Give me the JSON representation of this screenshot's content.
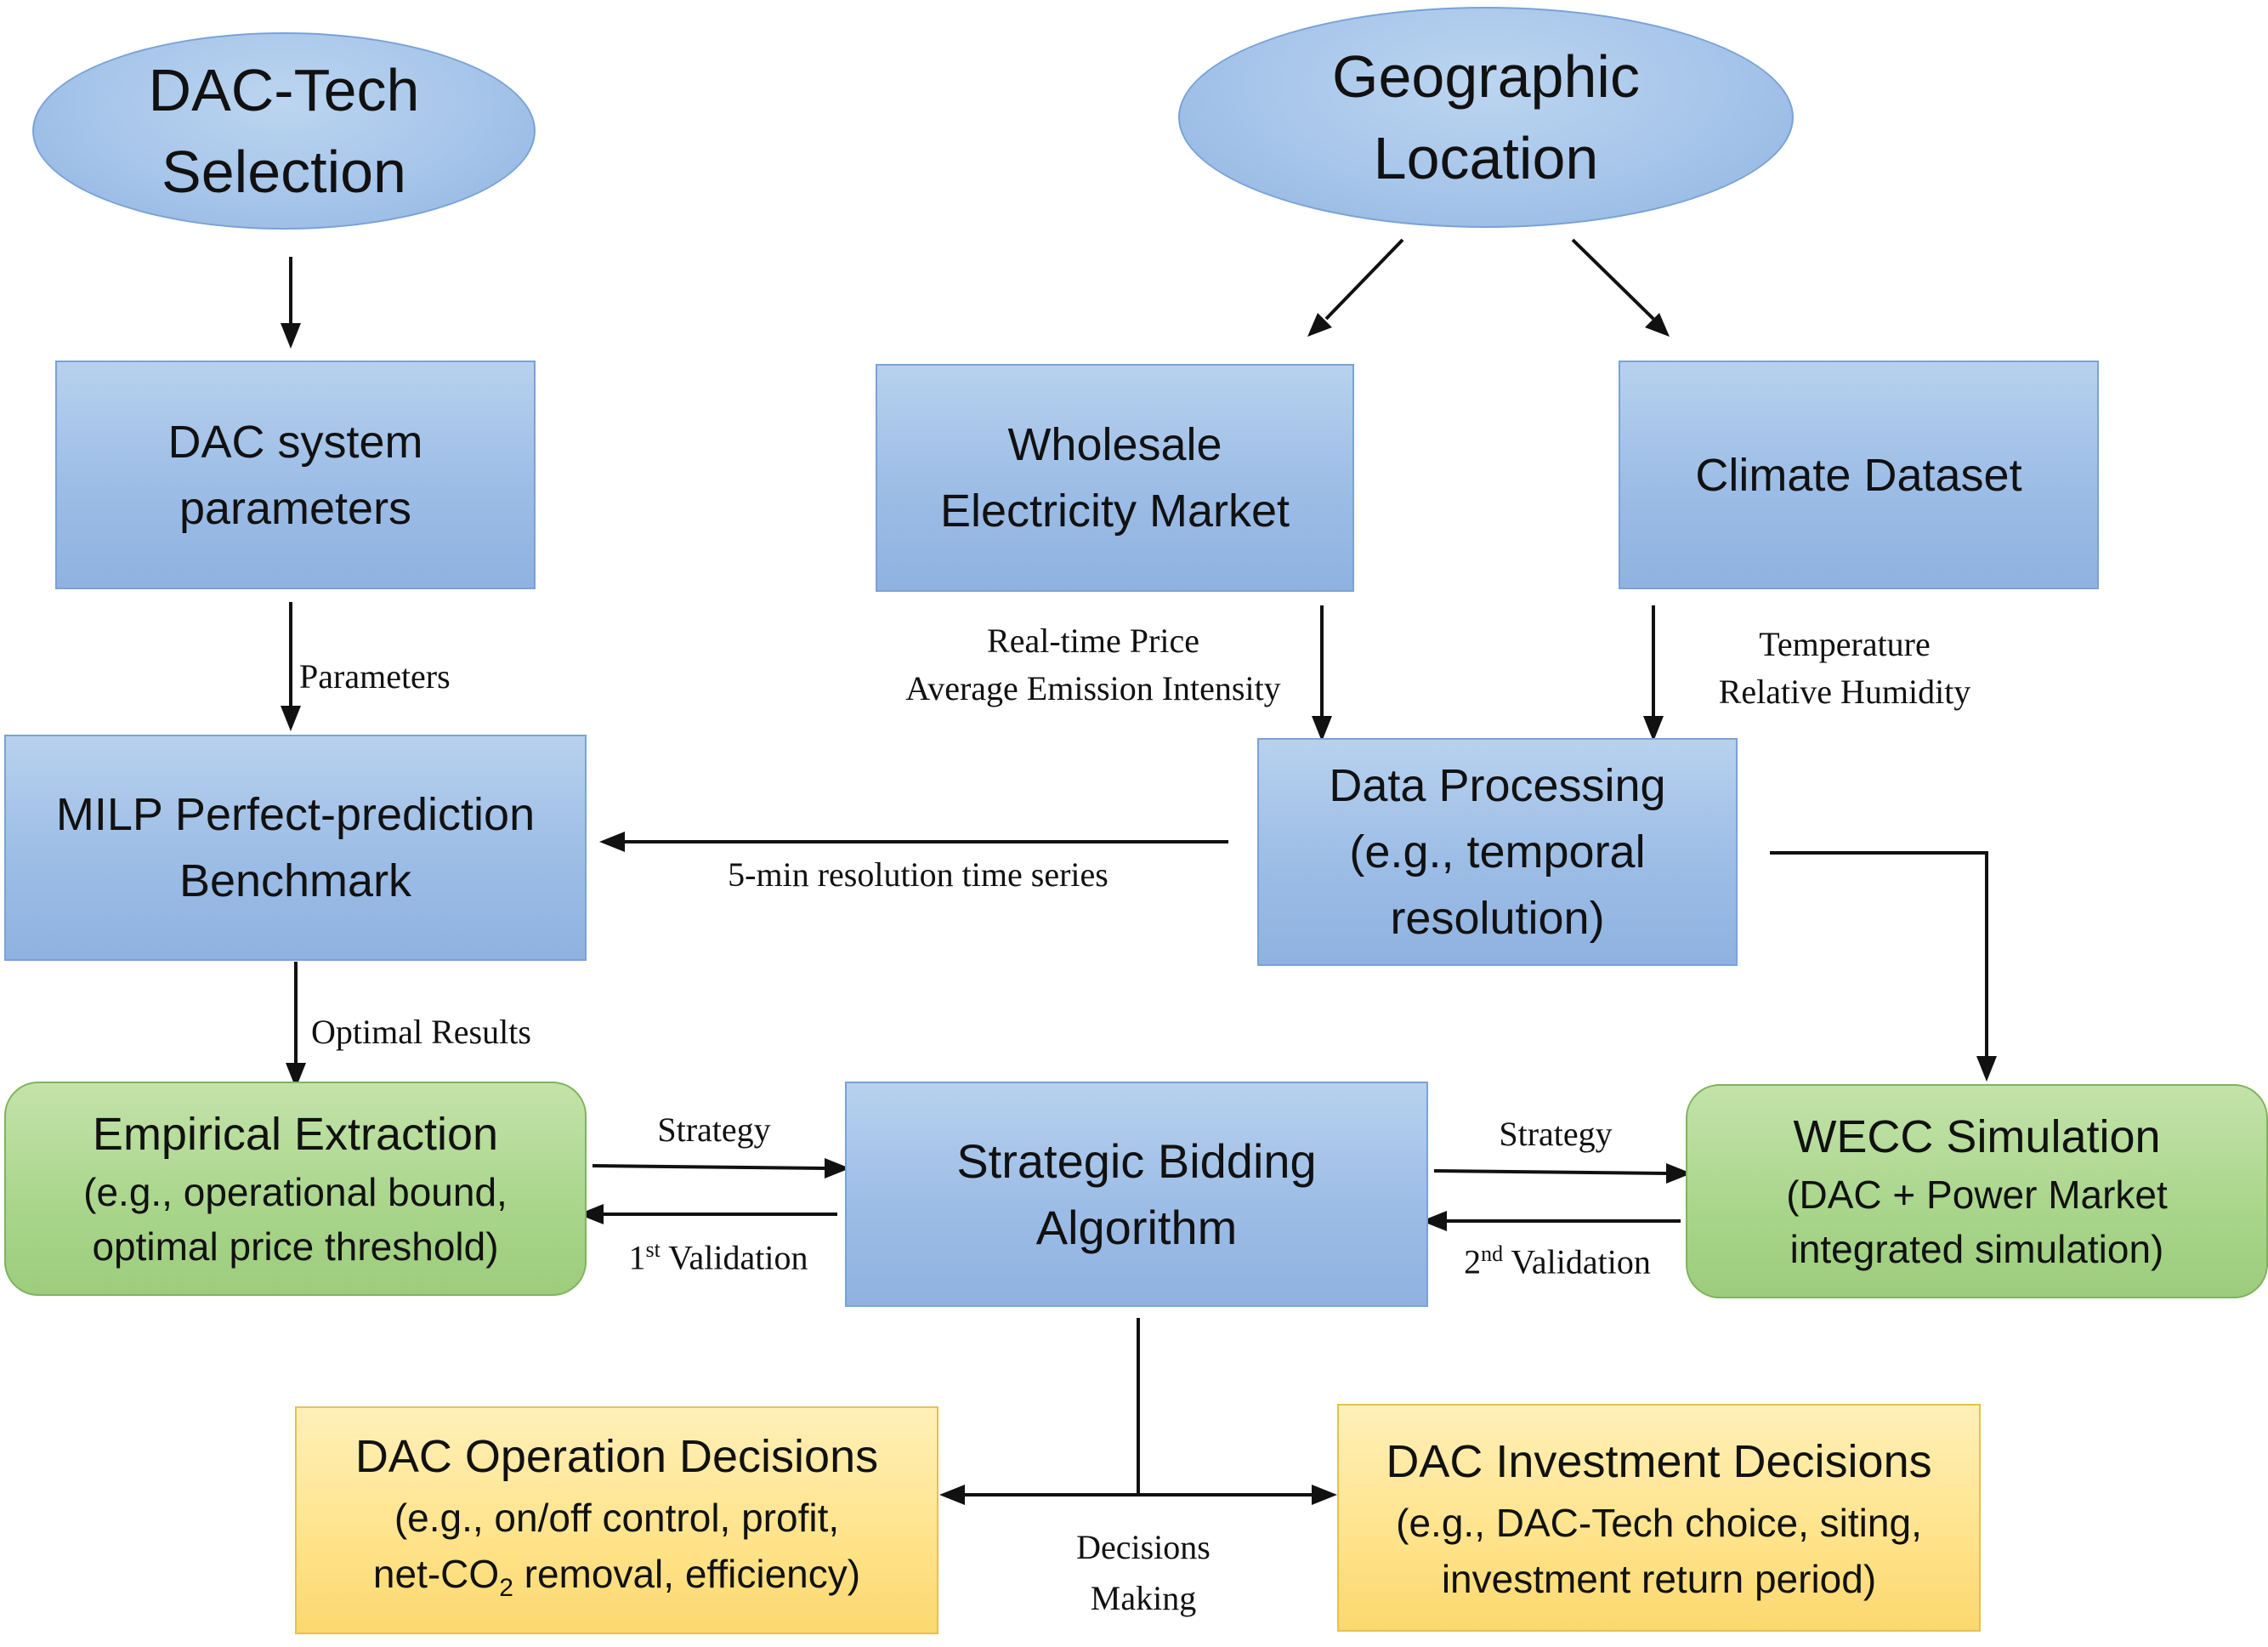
{
  "nodes": {
    "dac_tech": [
      "DAC-Tech",
      "Selection"
    ],
    "geo": [
      "Geographic",
      "Location"
    ],
    "dac_params": [
      "DAC system",
      "parameters"
    ],
    "wholesale": [
      "Wholesale",
      "Electricity Market"
    ],
    "climate": [
      "Climate Dataset"
    ],
    "milp": [
      "MILP Perfect-prediction",
      "Benchmark"
    ],
    "data_proc": [
      "Data Processing",
      "(e.g., temporal",
      "resolution)"
    ],
    "empirical_title": "Empirical Extraction",
    "empirical_sub": [
      "(e.g., operational bound,",
      "optimal price threshold)"
    ],
    "strategic": [
      "Strategic Bidding",
      "Algorithm"
    ],
    "wecc_title": "WECC Simulation",
    "wecc_sub": [
      "(DAC + Power Market",
      "integrated simulation)"
    ],
    "operation_title": "DAC Operation Decisions",
    "operation_sub1": "(e.g., on/off control, profit,",
    "operation_sub2_pre": "net-CO",
    "operation_sub2_subscript": "2",
    "operation_sub2_post": " removal, efficiency)",
    "investment_title": "DAC Investment Decisions",
    "investment_sub": [
      "(e.g., DAC-Tech choice, siting,",
      "investment return period)"
    ]
  },
  "labels": {
    "parameters": "Parameters",
    "market_outputs": [
      "Real-time Price",
      "Average Emission Intensity"
    ],
    "climate_outputs": [
      "Temperature",
      "Relative Humidity"
    ],
    "time_series": "5-min resolution time series",
    "optimal_results": "Optimal Results",
    "strategy_left": "Strategy",
    "validation1_num": "1",
    "validation1_sup": "st",
    "validation1_text": " Validation",
    "strategy_right": "Strategy",
    "validation2_num": "2",
    "validation2_sup": "nd",
    "validation2_text": " Validation",
    "decisions": [
      "Decisions",
      "Making"
    ]
  }
}
